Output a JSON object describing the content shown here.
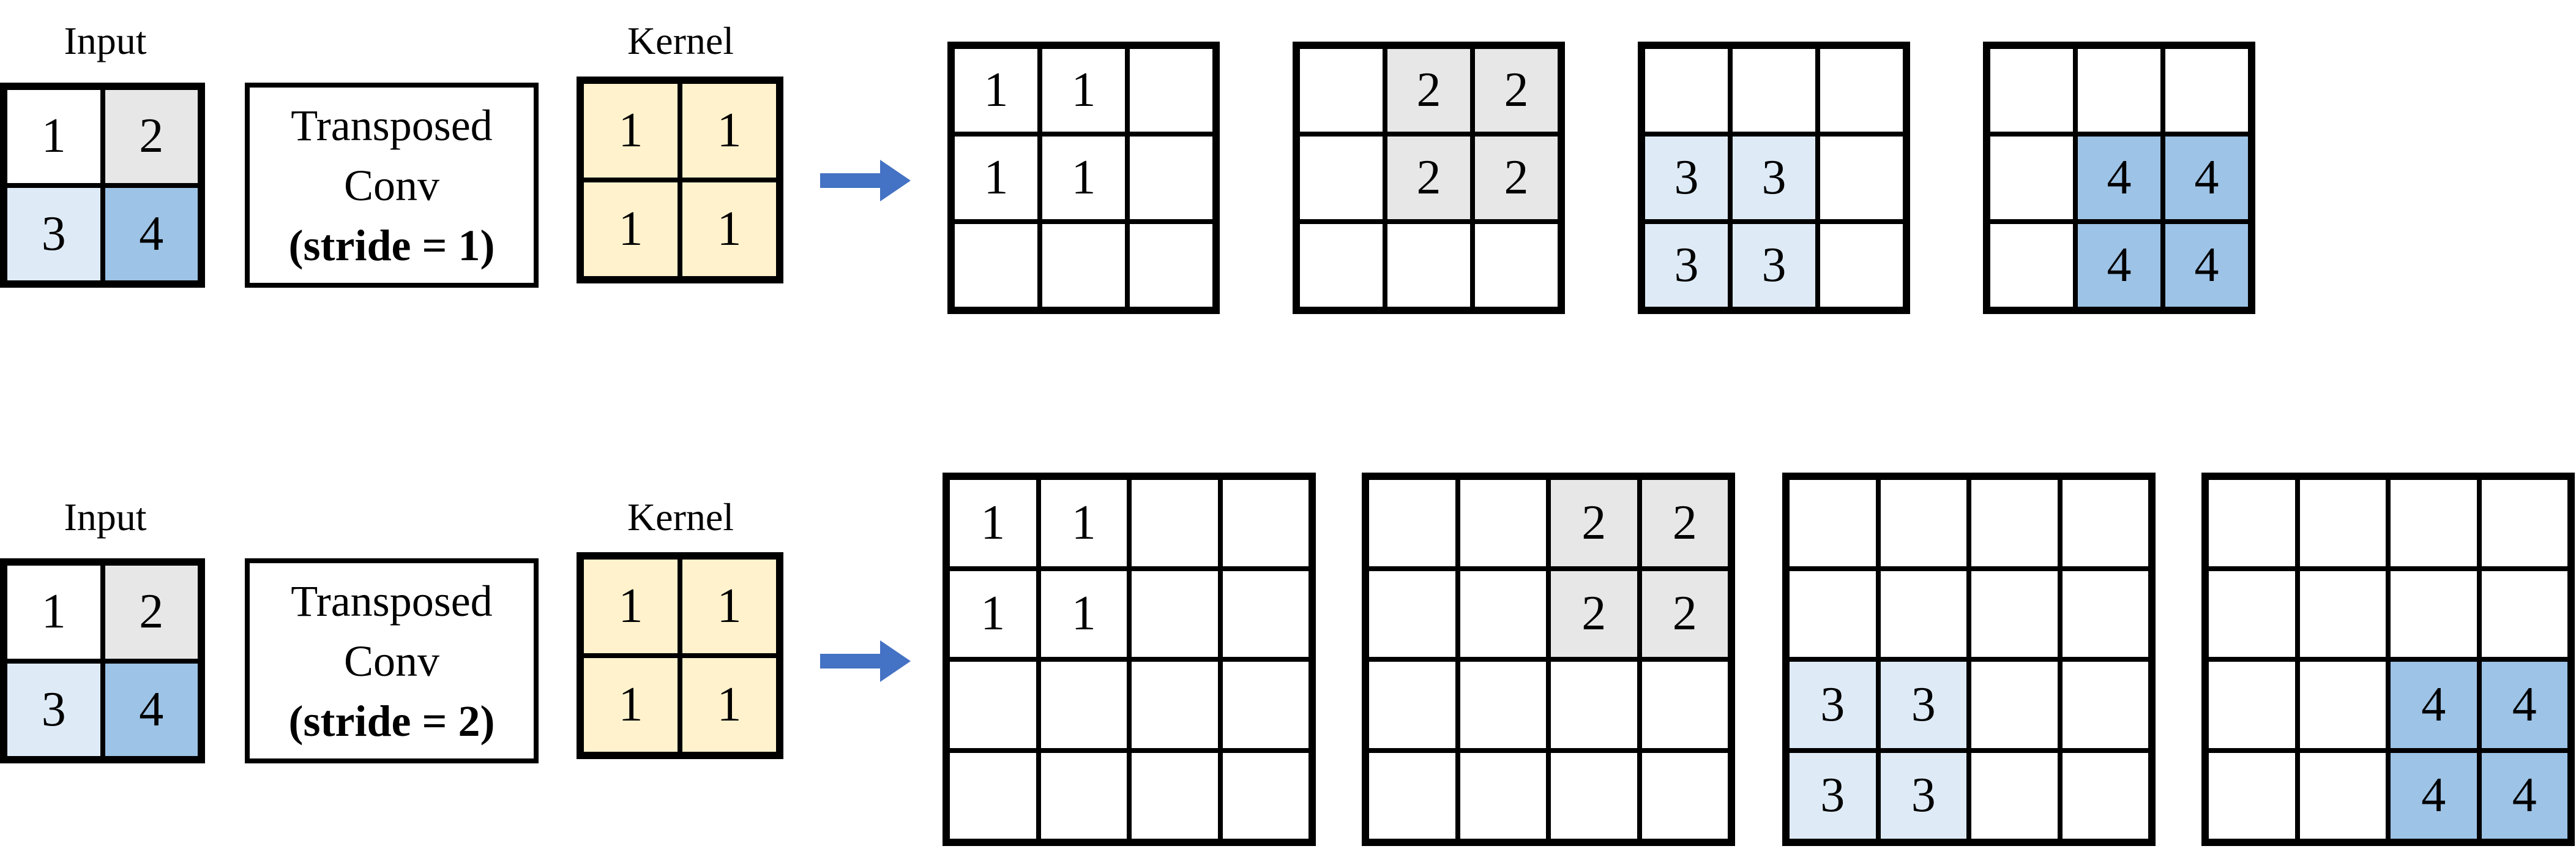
{
  "colors": {
    "white": "#ffffff",
    "gray": "#e7e7e7",
    "light_blue": "#deebf7",
    "blue": "#9dc3e6",
    "kernel_yellow": "#fff2cc",
    "arrow_blue": "#4472c4",
    "border": "#000000"
  },
  "rows": [
    {
      "input_label": "Input",
      "kernel_label": "Kernel",
      "op_line1": "Transposed",
      "op_line2": "Conv",
      "op_line3": "(stride = 1)",
      "input": {
        "values": [
          [
            "1",
            "2"
          ],
          [
            "3",
            "4"
          ]
        ],
        "fills": [
          [
            "white",
            "gray"
          ],
          [
            "light_blue",
            "blue"
          ]
        ]
      },
      "kernel": {
        "values": [
          [
            "1",
            "1"
          ],
          [
            "1",
            "1"
          ]
        ],
        "fills": [
          [
            "kernel_yellow",
            "kernel_yellow"
          ],
          [
            "kernel_yellow",
            "kernel_yellow"
          ]
        ]
      },
      "outputs": [
        {
          "values": [
            [
              "1",
              "1",
              ""
            ],
            [
              "1",
              "1",
              ""
            ],
            [
              "",
              "",
              ""
            ]
          ],
          "fills": [
            [
              "white",
              "white",
              "white"
            ],
            [
              "white",
              "white",
              "white"
            ],
            [
              "white",
              "white",
              "white"
            ]
          ]
        },
        {
          "values": [
            [
              "",
              "2",
              "2"
            ],
            [
              "",
              "2",
              "2"
            ],
            [
              "",
              "",
              ""
            ]
          ],
          "fills": [
            [
              "white",
              "gray",
              "gray"
            ],
            [
              "white",
              "gray",
              "gray"
            ],
            [
              "white",
              "white",
              "white"
            ]
          ]
        },
        {
          "values": [
            [
              "",
              "",
              ""
            ],
            [
              "3",
              "3",
              ""
            ],
            [
              "3",
              "3",
              ""
            ]
          ],
          "fills": [
            [
              "white",
              "white",
              "white"
            ],
            [
              "light_blue",
              "light_blue",
              "white"
            ],
            [
              "light_blue",
              "light_blue",
              "white"
            ]
          ]
        },
        {
          "values": [
            [
              "",
              "",
              ""
            ],
            [
              "",
              "4",
              "4"
            ],
            [
              "",
              "4",
              "4"
            ]
          ],
          "fills": [
            [
              "white",
              "white",
              "white"
            ],
            [
              "white",
              "blue",
              "blue"
            ],
            [
              "white",
              "blue",
              "blue"
            ]
          ]
        }
      ]
    },
    {
      "input_label": "Input",
      "kernel_label": "Kernel",
      "op_line1": "Transposed",
      "op_line2": "Conv",
      "op_line3": "(stride = 2)",
      "input": {
        "values": [
          [
            "1",
            "2"
          ],
          [
            "3",
            "4"
          ]
        ],
        "fills": [
          [
            "white",
            "gray"
          ],
          [
            "light_blue",
            "blue"
          ]
        ]
      },
      "kernel": {
        "values": [
          [
            "1",
            "1"
          ],
          [
            "1",
            "1"
          ]
        ],
        "fills": [
          [
            "kernel_yellow",
            "kernel_yellow"
          ],
          [
            "kernel_yellow",
            "kernel_yellow"
          ]
        ]
      },
      "outputs": [
        {
          "values": [
            [
              "1",
              "1",
              "",
              ""
            ],
            [
              "1",
              "1",
              "",
              ""
            ],
            [
              "",
              "",
              "",
              ""
            ],
            [
              "",
              "",
              "",
              ""
            ]
          ],
          "fills": [
            [
              "white",
              "white",
              "white",
              "white"
            ],
            [
              "white",
              "white",
              "white",
              "white"
            ],
            [
              "white",
              "white",
              "white",
              "white"
            ],
            [
              "white",
              "white",
              "white",
              "white"
            ]
          ]
        },
        {
          "values": [
            [
              "",
              "",
              "2",
              "2"
            ],
            [
              "",
              "",
              "2",
              "2"
            ],
            [
              "",
              "",
              "",
              ""
            ],
            [
              "",
              "",
              "",
              ""
            ]
          ],
          "fills": [
            [
              "white",
              "white",
              "gray",
              "gray"
            ],
            [
              "white",
              "white",
              "gray",
              "gray"
            ],
            [
              "white",
              "white",
              "white",
              "white"
            ],
            [
              "white",
              "white",
              "white",
              "white"
            ]
          ]
        },
        {
          "values": [
            [
              "",
              "",
              "",
              ""
            ],
            [
              "",
              "",
              "",
              ""
            ],
            [
              "3",
              "3",
              "",
              ""
            ],
            [
              "3",
              "3",
              "",
              ""
            ]
          ],
          "fills": [
            [
              "white",
              "white",
              "white",
              "white"
            ],
            [
              "white",
              "white",
              "white",
              "white"
            ],
            [
              "light_blue",
              "light_blue",
              "white",
              "white"
            ],
            [
              "light_blue",
              "light_blue",
              "white",
              "white"
            ]
          ]
        },
        {
          "values": [
            [
              "",
              "",
              "",
              ""
            ],
            [
              "",
              "",
              "",
              ""
            ],
            [
              "",
              "",
              "4",
              "4"
            ],
            [
              "",
              "",
              "4",
              "4"
            ]
          ],
          "fills": [
            [
              "white",
              "white",
              "white",
              "white"
            ],
            [
              "white",
              "white",
              "white",
              "white"
            ],
            [
              "white",
              "white",
              "blue",
              "blue"
            ],
            [
              "white",
              "white",
              "blue",
              "blue"
            ]
          ]
        }
      ]
    }
  ]
}
